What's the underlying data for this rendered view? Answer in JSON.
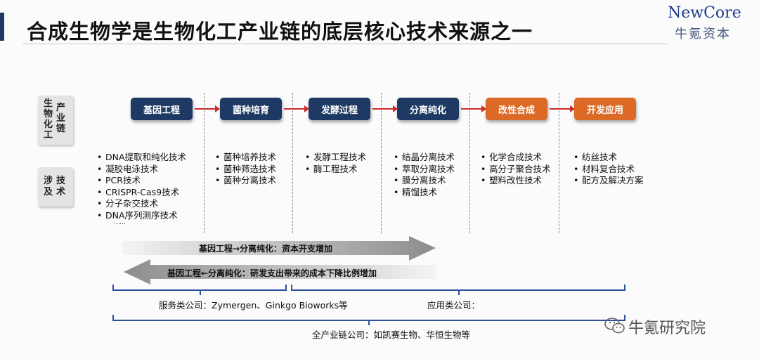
{
  "header": {
    "title": "合成生物学是生物化工产业链的底层核心技术来源之一",
    "logo_en": "NewCore",
    "logo_cn": "牛氪资本"
  },
  "side_labels": {
    "industry_chain": {
      "col1": "生物化工",
      "col2": "产业链"
    },
    "technologies": {
      "col1": "涉及",
      "col2": "技术"
    }
  },
  "stages": [
    {
      "label": "基因工程",
      "color": "#1e3a64"
    },
    {
      "label": "菌种培育",
      "color": "#1e3a64"
    },
    {
      "label": "发酵过程",
      "color": "#1e3a64"
    },
    {
      "label": "分离纯化",
      "color": "#1e3a64"
    },
    {
      "label": "改性合成",
      "color": "#dc6a26"
    },
    {
      "label": "开发应用",
      "color": "#dc6a26"
    }
  ],
  "techs": [
    [
      "DNA提取和纯化技术",
      "凝胶电泳技术",
      "PCR技术",
      "CRISPR-Cas9技术",
      "分子杂交技术",
      "DNA序列测序技术"
    ],
    [
      "菌种培养技术",
      "菌种筛选技术",
      "菌种分离技术"
    ],
    [
      "发酵工程技术",
      "酶工程技术"
    ],
    [
      "结晶分离技术",
      "萃取分离技术",
      "膜分离技术",
      "精馏技术"
    ],
    [
      "化学合成技术",
      "高分子聚合技术",
      "塑料改性技术"
    ],
    [
      "纺丝技术",
      "材料复合技术",
      "配方及解决方案"
    ]
  ],
  "techs_more": "……",
  "arrows": {
    "right": "基因工程→分离纯化：资本开支增加",
    "left": "基因工程←分离纯化：研发支出带来的成本下降比例增加"
  },
  "companies": {
    "service": "服务类公司：Zymergen、Ginkgo Bioworks等",
    "application": "应用类公司：",
    "full_chain": "全产业链公司：如凯赛生物、华恒生物等"
  },
  "watermark": "牛氪研究院",
  "colors": {
    "navy": "#1e3a64",
    "orange": "#dc6a26",
    "arrow_red": "#cc2a2a",
    "bracket": "#2e4f9c"
  }
}
